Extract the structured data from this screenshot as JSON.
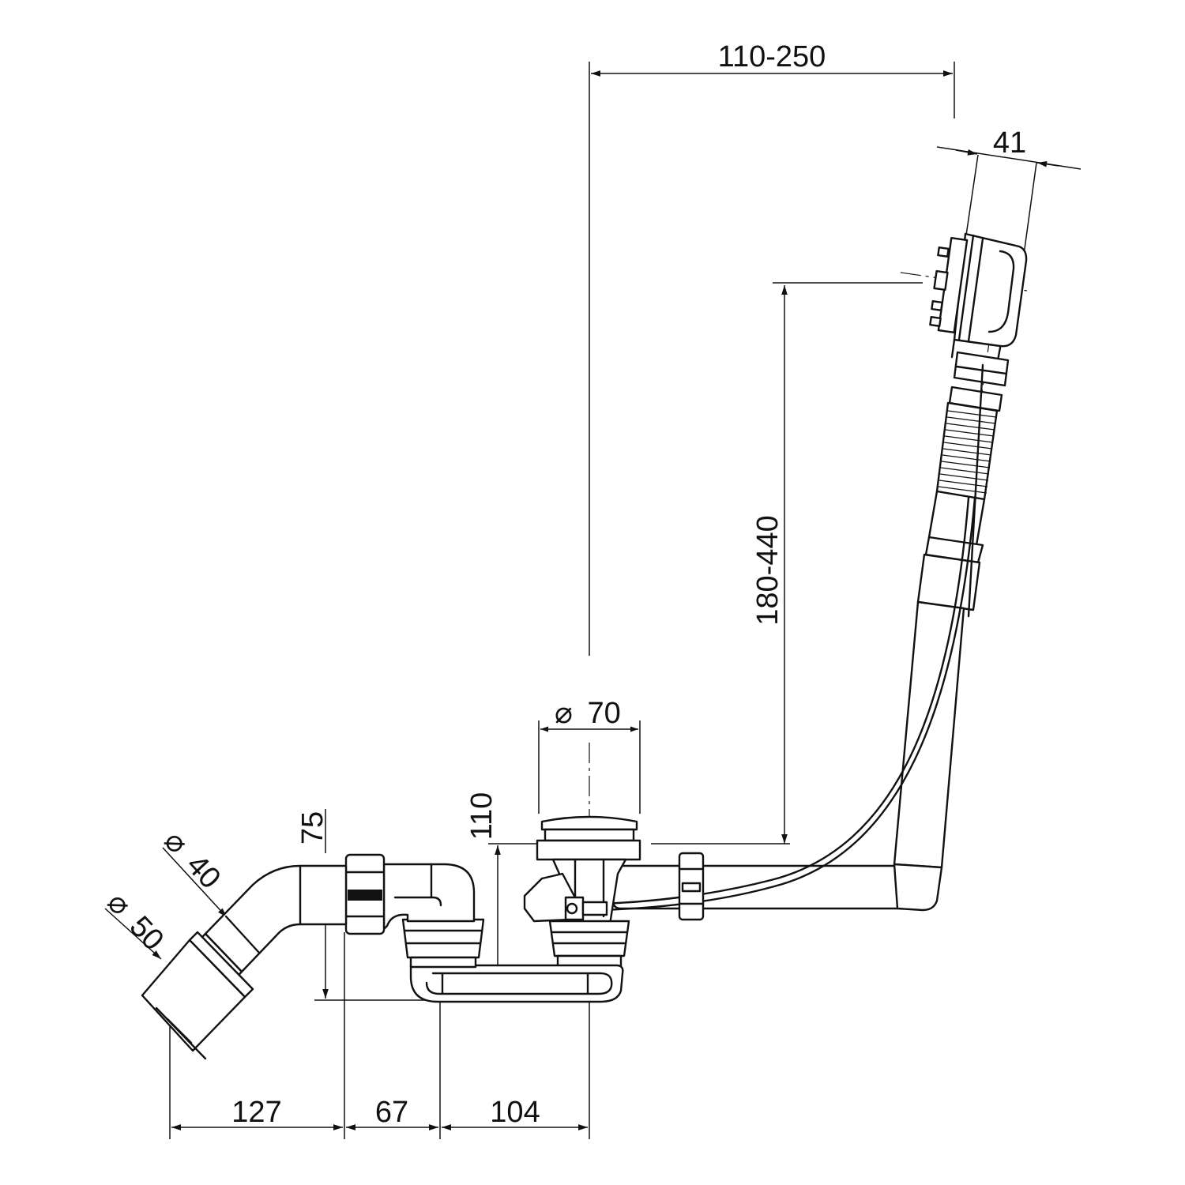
{
  "dimensions": {
    "top_width": "110-250",
    "overflow_depth": "41",
    "vertical_range": "180-440",
    "drain_diameter": "70",
    "trap_height": "110",
    "outlet_height": "75",
    "pipe_diameter_40": "40",
    "pipe_diameter_50": "50",
    "bottom_127": "127",
    "bottom_67": "67",
    "bottom_104": "104"
  },
  "symbols": {
    "diameter": "⌀"
  },
  "colors": {
    "line": "#111111",
    "background": "#ffffff"
  }
}
